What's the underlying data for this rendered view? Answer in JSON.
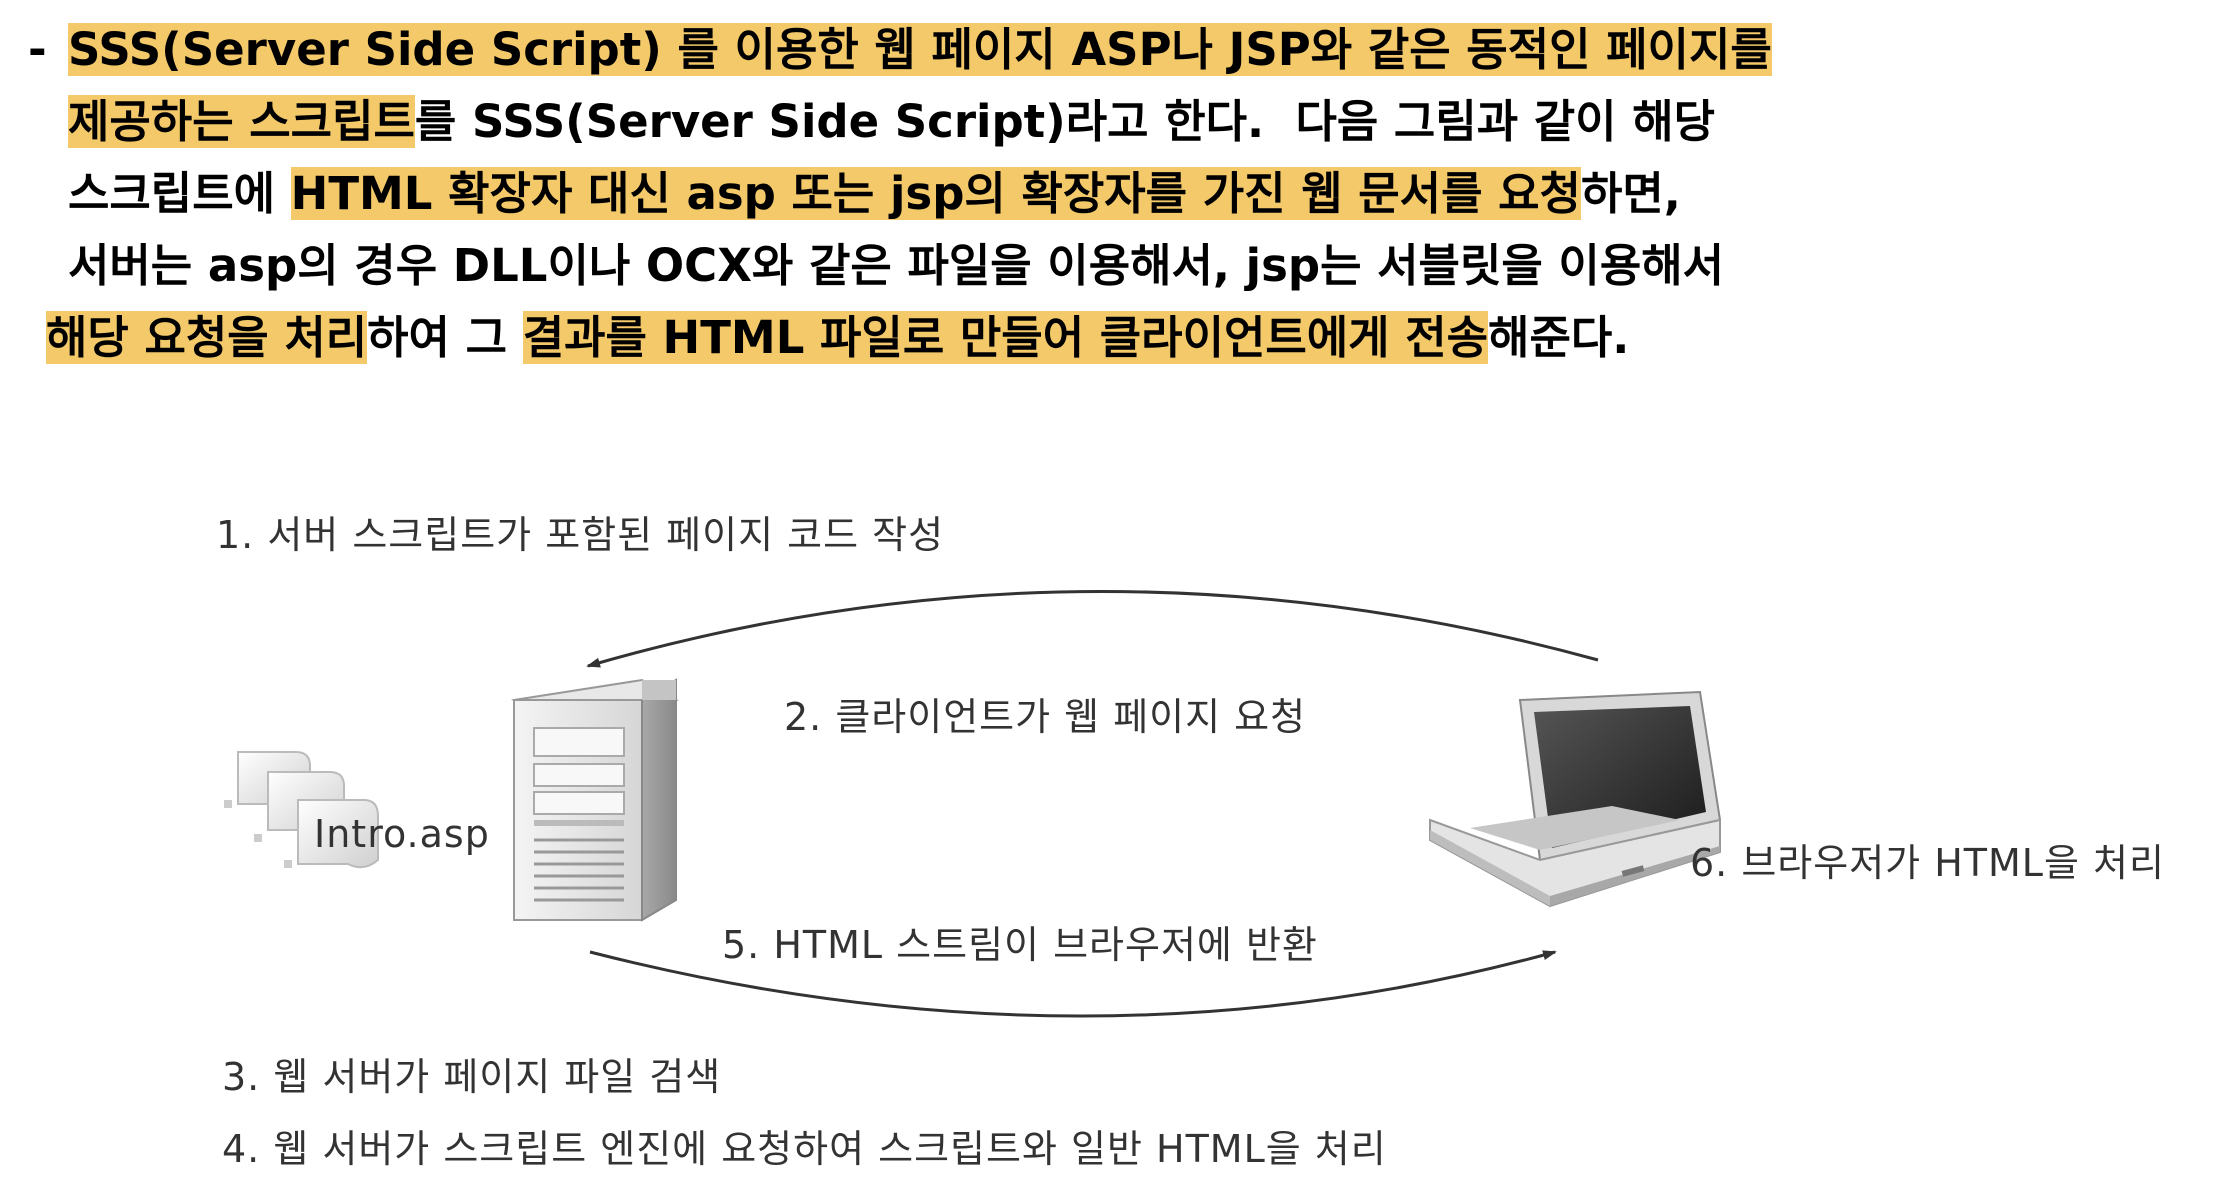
{
  "paragraph": {
    "line1": [
      {
        "t": "-",
        "h": false
      },
      {
        "t": "SSS(Server Side Script) 를 이용한 웹 페이지 ASP나 JSP와 같은 동적인 페이지를",
        "h": true
      }
    ],
    "line2": [
      {
        "t": "제공하는 스크립트",
        "h": true
      },
      {
        "t": "를 SSS(Server Side Script)라고 한다.  다음 그림과 같이 해당",
        "h": false
      }
    ],
    "line3": [
      {
        "t": "스크립트에 ",
        "h": false
      },
      {
        "t": "HTML 확장자 대신 asp 또는 jsp의 확장자를 가진 웹 문서를 요청",
        "h": true
      },
      {
        "t": "하면,",
        "h": false
      }
    ],
    "line4": [
      {
        "t": "서버는 asp의 경우 DLL이나 OCX와 같은 파일을 이용해서, jsp는 서블릿을 이용해서",
        "h": false
      }
    ],
    "line5": [
      {
        "t": "해당 요청을 처리",
        "h": true
      },
      {
        "t": "하여 그 ",
        "h": false
      },
      {
        "t": "결과를 HTML 파일로 만들어 클라이언트에게 전송",
        "h": true
      },
      {
        "t": "해준다.",
        "h": false
      }
    ]
  },
  "diagram": {
    "step1": "1. 서버 스크립트가 포함된 페이지 코드 작성",
    "step2": "2. 클라이언트가 웹 페이지 요청",
    "file_label": "Intro.asp",
    "step6": "6. 브라우저가 HTML을 처리",
    "step5": "5. HTML 스트림이 브라우저에 반환",
    "step3": "3. 웹 서버가 페이지 파일 검색",
    "step4": "4. 웹 서버가 스크립트 엔진에 요청하여 스크립트와 일반 HTML을 처리"
  },
  "colors": {
    "highlight": "#f3c96a",
    "label_text": "#333333"
  }
}
